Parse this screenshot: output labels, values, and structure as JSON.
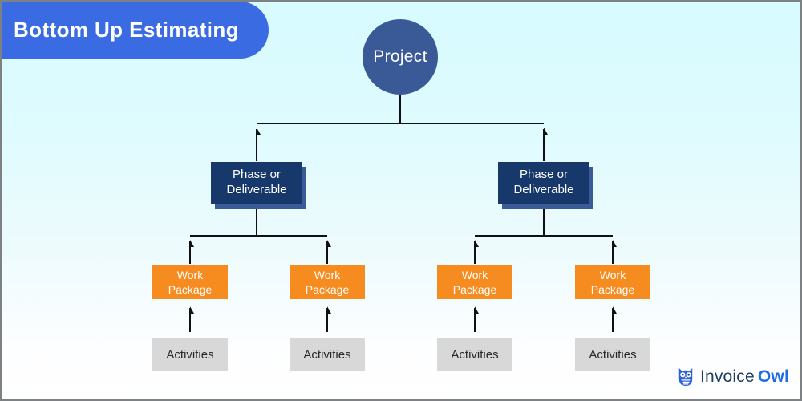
{
  "header": {
    "title": "Bottom Up Estimating"
  },
  "diagram": {
    "type": "tree",
    "flow_direction": "bottom-up",
    "root": {
      "label": "Project"
    },
    "phases": [
      {
        "line1": "Phase or",
        "line2": "Deliverable",
        "work_packages": [
          {
            "line1": "Work",
            "line2": "Package",
            "activity": {
              "label": "Activities"
            }
          },
          {
            "line1": "Work",
            "line2": "Package",
            "activity": {
              "label": "Activities"
            }
          }
        ]
      },
      {
        "line1": "Phase or",
        "line2": "Deliverable",
        "work_packages": [
          {
            "line1": "Work",
            "line2": "Package",
            "activity": {
              "label": "Activities"
            }
          },
          {
            "line1": "Work",
            "line2": "Package",
            "activity": {
              "label": "Activities"
            }
          }
        ]
      }
    ]
  },
  "branding": {
    "brand_first": "Invoice",
    "brand_second": "Owl",
    "icon": "owl-icon"
  },
  "colors": {
    "banner_blue": "#3A6BE2",
    "circle_navy": "#3A5A97",
    "phase_navy": "#16386B",
    "phase_shadow": "#3A5B97",
    "work_orange": "#F68B1F",
    "activities_gray": "#D8D8D8",
    "connector_black": "#111111",
    "brand_navy": "#1D3C5E",
    "brand_blue": "#1F6BE8",
    "background_top": "#D7FBFF",
    "background_bottom": "#FFFFFF"
  }
}
